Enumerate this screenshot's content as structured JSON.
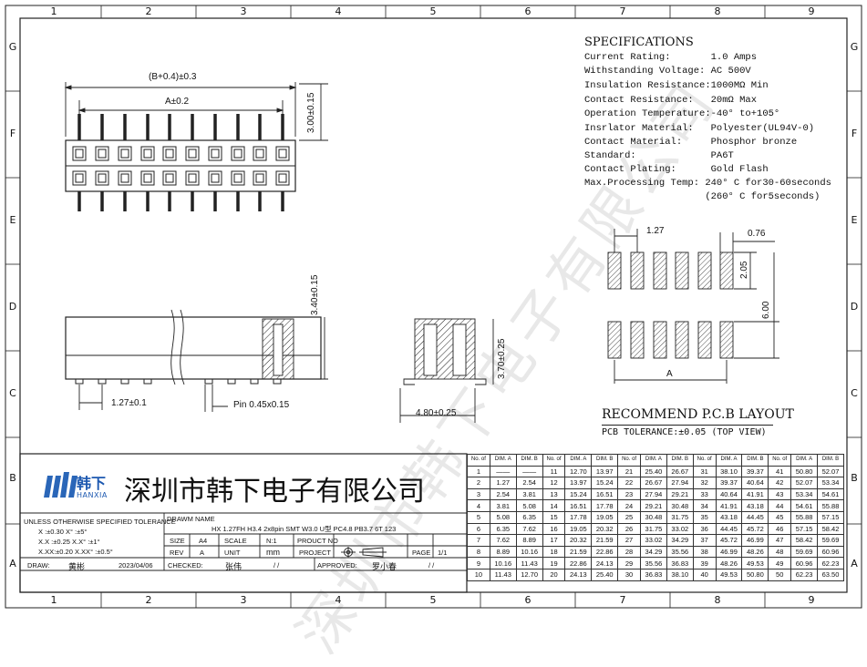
{
  "zones_top": [
    "1",
    "2",
    "3",
    "4",
    "5",
    "6",
    "7",
    "8",
    "9"
  ],
  "zones_side": [
    "G",
    "F",
    "E",
    "D",
    "C",
    "B",
    "A"
  ],
  "watermark": "深圳市韩下电子有限公司",
  "specs": {
    "title": "SPECIFICATIONS",
    "lines": [
      "Current Rating:       1.0 Amps",
      "Withstanding Voltage: AC 500V",
      "Insulation Resistance:1000MΩ Min",
      "Contact Resistance:   20mΩ Max",
      "Operation Temperature:-40° to+105°",
      "Insrlator Material:   Polyester(UL94V-0)",
      "Contact Material:     Phosphor bronze",
      "Standard:             PA6T",
      "Contact Plating:      Gold Flash",
      "Max.Processing Temp: 240° C for30-60seconds",
      "                     (260° C for5seconds)"
    ]
  },
  "dims": {
    "b_total": "(B+0.4)±0.3",
    "a_dim": "A±0.2",
    "h300": "3.00±0.15",
    "h340": "3.40±0.15",
    "pitch": "1.27±0.1",
    "pin": "Pin  0.45x0.15",
    "h370": "3.70±0.25",
    "w480": "4.80±0.25",
    "p127": "1.27",
    "p076": "0.76",
    "p205": "2.05",
    "p600": "6.00",
    "a_pcb": "A"
  },
  "pcb": {
    "title": "RECOMMEND P.C.B LAYOUT",
    "tolerance": "PCB TOLERANCE:±0.05 (TOP VIEW)"
  },
  "company": {
    "logo_cn": "韩下",
    "logo_en": "HANXIA",
    "name": "深圳市韩下电子有限公司"
  },
  "tolerance": {
    "title": "UNLESS OTHERWISE SPECIFIED TOLERANCE",
    "r1": "X    :±0.30   X°    :±5°",
    "r2": "X.X  :±0.25   X.X°  :±1°",
    "r3": "X.XX:±0.20   X.XX° :±0.5°"
  },
  "title_block": {
    "drawn_name_label": "DRAWM NAME",
    "drawn_name": "HX 1.27FH H3.4  2x8pin SMT W3.0 U型 PC4.8 PB3.7 6T 123",
    "size_label": "SIZE",
    "size": "A4",
    "scale_label": "SCALE",
    "scale": "N:1",
    "product_label": "PROUCT NO",
    "rev_label": "REV",
    "rev": "A",
    "unit_label": "UNIT",
    "unit": "mm",
    "project_label": "PROJECT",
    "page_label": "PAGE",
    "page": "1/1",
    "draw_label": "DRAW:",
    "draw_name": "黄彬",
    "draw_date": "2023/04/06",
    "checked_label": "CHECKED:",
    "checked_name": "张伟",
    "checked_date": "/    /",
    "approved_label": "APPROVED:",
    "approved_name": "罗小春",
    "approved_date": "/    /"
  },
  "table": {
    "headers": [
      "No. of",
      "DIM. A",
      "DIM. B",
      "No. of",
      "DIM. A",
      "DIM. B",
      "No. of",
      "DIM. A",
      "DIM. B",
      "No. of",
      "DIM. A",
      "DIM. B",
      "No. of",
      "DIM. A",
      "DIM. B"
    ],
    "rows": [
      [
        "1",
        "——",
        "——",
        "11",
        "12.70",
        "13.97",
        "21",
        "25.40",
        "26.67",
        "31",
        "38.10",
        "39.37",
        "41",
        "50.80",
        "52.07"
      ],
      [
        "2",
        "1.27",
        "2.54",
        "12",
        "13.97",
        "15.24",
        "22",
        "26.67",
        "27.94",
        "32",
        "39.37",
        "40.64",
        "42",
        "52.07",
        "53.34"
      ],
      [
        "3",
        "2.54",
        "3.81",
        "13",
        "15.24",
        "16.51",
        "23",
        "27.94",
        "29.21",
        "33",
        "40.64",
        "41.91",
        "43",
        "53.34",
        "54.61"
      ],
      [
        "4",
        "3.81",
        "5.08",
        "14",
        "16.51",
        "17.78",
        "24",
        "29.21",
        "30.48",
        "34",
        "41.91",
        "43.18",
        "44",
        "54.61",
        "55.88"
      ],
      [
        "5",
        "5.08",
        "6.35",
        "15",
        "17.78",
        "19.05",
        "25",
        "30.48",
        "31.75",
        "35",
        "43.18",
        "44.45",
        "45",
        "55.88",
        "57.15"
      ],
      [
        "6",
        "6.35",
        "7.62",
        "16",
        "19.05",
        "20.32",
        "26",
        "31.75",
        "33.02",
        "36",
        "44.45",
        "45.72",
        "46",
        "57.15",
        "58.42"
      ],
      [
        "7",
        "7.62",
        "8.89",
        "17",
        "20.32",
        "21.59",
        "27",
        "33.02",
        "34.29",
        "37",
        "45.72",
        "46.99",
        "47",
        "58.42",
        "59.69"
      ],
      [
        "8",
        "8.89",
        "10.16",
        "18",
        "21.59",
        "22.86",
        "28",
        "34.29",
        "35.56",
        "38",
        "46.99",
        "48.26",
        "48",
        "59.69",
        "60.96"
      ],
      [
        "9",
        "10.16",
        "11.43",
        "19",
        "22.86",
        "24.13",
        "29",
        "35.56",
        "36.83",
        "39",
        "48.26",
        "49.53",
        "49",
        "60.96",
        "62.23"
      ],
      [
        "10",
        "11.43",
        "12.70",
        "20",
        "24.13",
        "25.40",
        "30",
        "36.83",
        "38.10",
        "40",
        "49.53",
        "50.80",
        "50",
        "62.23",
        "63.50"
      ]
    ]
  }
}
